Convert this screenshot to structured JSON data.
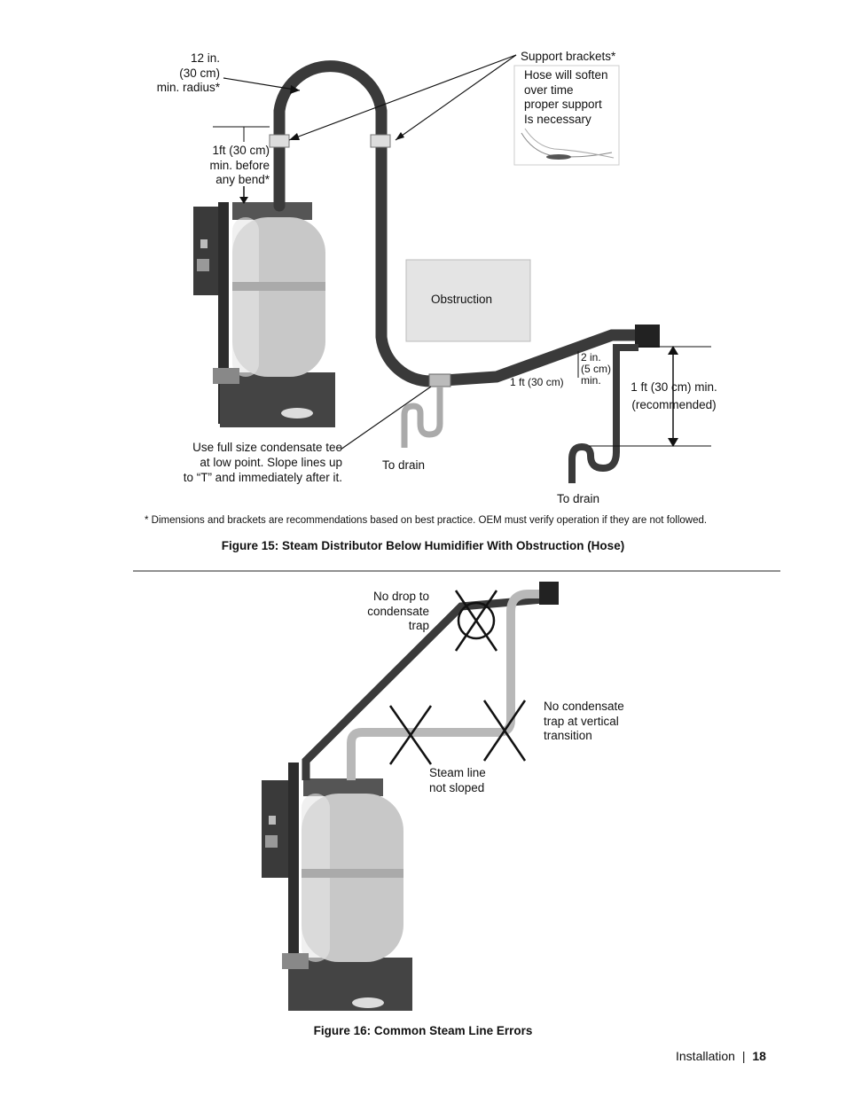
{
  "fig15": {
    "radius_l1": "12 in.",
    "radius_l2": "(30 cm)",
    "radius_l3": "min. radius*",
    "before_bend_l1": "1ft (30 cm)",
    "before_bend_l2": "min. before",
    "before_bend_l3": "any bend*",
    "support_brackets": "Support brackets*",
    "inset_l1": "Hose will soften",
    "inset_l2": "over time",
    "inset_l3": "proper support",
    "inset_l4": "Is necessary",
    "obstruction": "Obstruction",
    "two_in_l1": "2 in.",
    "two_in_l2": "(5 cm)",
    "two_in_l3": "min.",
    "one_ft": "1 ft (30 cm)",
    "one_ft_min_l1": "1 ft (30 cm) min.",
    "one_ft_min_l2": "(recommended)",
    "tee_l1": "Use full size condensate tee",
    "tee_l2": "at low point.  Slope lines  up",
    "tee_l3": "to “T” and immediately after it.",
    "to_drain_1": "To drain",
    "to_drain_2": "To drain",
    "footnote": "* Dimensions and brackets are recommendations based on best practice. OEM must verify operation if they are not followed.",
    "caption": "Figure 15: Steam Distributor Below Humidifier With Obstruction (Hose)"
  },
  "fig16": {
    "no_drop_l1": "No drop to",
    "no_drop_l2": "condensate",
    "no_drop_l3": "trap",
    "no_trap_l1": "No condensate",
    "no_trap_l2": "trap at vertical",
    "no_trap_l3": "transition",
    "not_sloped_l1": "Steam line",
    "not_sloped_l2": "not sloped",
    "caption": "Figure 16: Common Steam Line Errors"
  },
  "footer": {
    "section": "Installation",
    "separator": "|",
    "page": "18"
  }
}
